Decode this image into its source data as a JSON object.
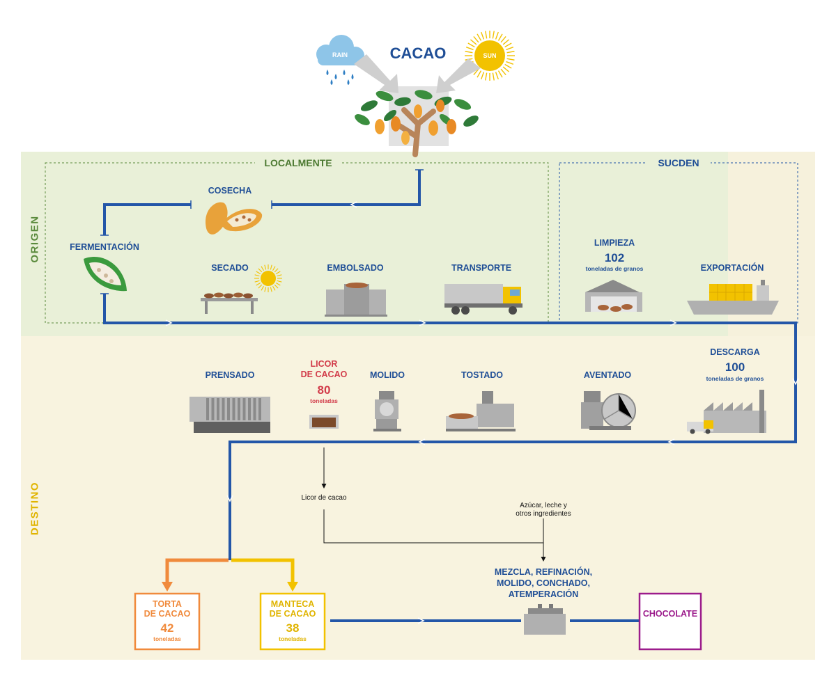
{
  "title": "CACAO",
  "weather": {
    "rain": "RAIN",
    "sun": "SUN"
  },
  "sections": {
    "localmente": "LOCALMENTE",
    "sucden": "SUCDEN",
    "origen": "ORIGEN",
    "destino": "DESTINO"
  },
  "origin_steps": {
    "cosecha": "COSECHA",
    "fermentacion": "FERMENTACIÓN",
    "secado": "SECADO",
    "embolsado": "EMBOLSADO",
    "transporte": "TRANSPORTE",
    "limpieza": {
      "label": "LIMPIEZA",
      "value": "102",
      "unit": "toneladas de granos"
    },
    "exportacion": "EXPORTACIÓN"
  },
  "destination_steps": {
    "descarga": {
      "label": "DESCARGA",
      "value": "100",
      "unit": "toneladas de granos"
    },
    "aventado": "AVENTADO",
    "tostado": "TOSTADO",
    "molido": "MOLIDO",
    "licor": {
      "label_line1": "LICOR",
      "label_line2": "DE CACAO",
      "value": "80",
      "unit": "toneladas"
    },
    "prensado": "PRENSADO"
  },
  "notes": {
    "licor_de_cacao": "Licor de cacao",
    "ingredientes_line1": "Azúcar, leche y",
    "ingredientes_line2": "otros ingredientes"
  },
  "products": {
    "torta": {
      "line1": "TORTA",
      "line2": "DE CACAO",
      "value": "42",
      "unit": "toneladas"
    },
    "manteca": {
      "line1": "MANTECA",
      "line2": "DE CACAO",
      "value": "38",
      "unit": "toneladas"
    },
    "mezcla": {
      "line1": "MEZCLA, REFINACIÓN,",
      "line2": "MOLIDO, CONCHADO,",
      "line3": "ATEMPERACIÓN"
    },
    "chocolate": "CHOCOLATE"
  },
  "colors": {
    "flow_blue": "#2356a8",
    "origin_green": "#5a8a3c",
    "destino_yellow": "#e0b400",
    "torta_orange": "#f08a3c",
    "manteca_yellow": "#f2c200",
    "chocolate_purple": "#9c1c8c",
    "licor_red": "#d23c4a"
  }
}
